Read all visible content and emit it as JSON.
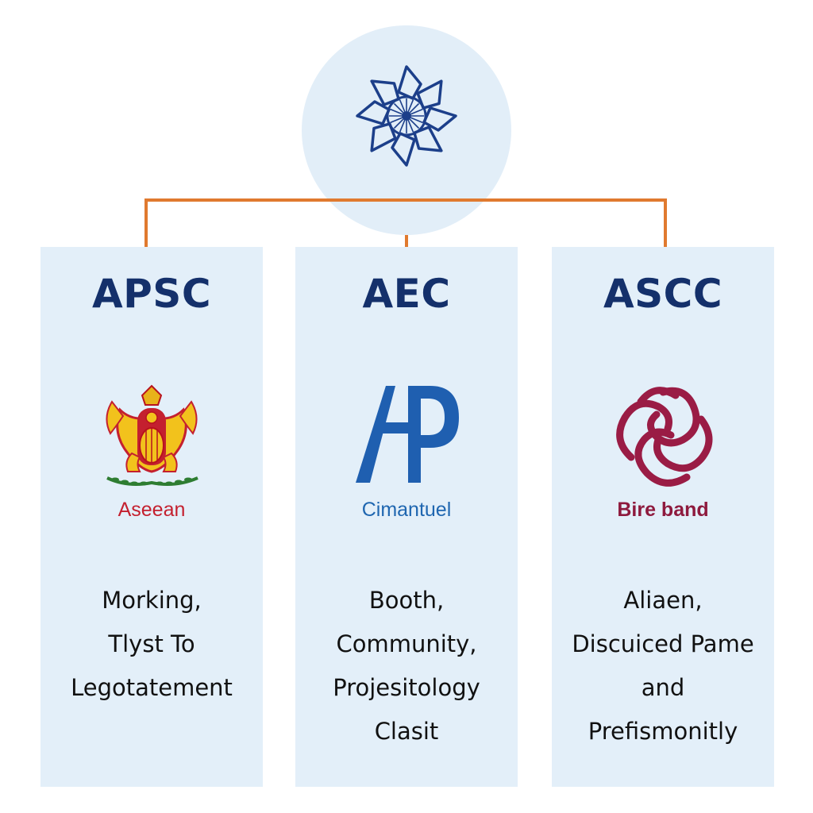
{
  "hub": {
    "logo_icon": "ring-wheel-logo-icon",
    "color": "#1c3f8a"
  },
  "connector_color": "#e07a2f",
  "columns": [
    {
      "title": "APSC",
      "logo_icon": "golden-emblem-icon",
      "brand": "Aseean",
      "description": [
        "Morking,",
        "Tlyst To",
        "Legotatement"
      ]
    },
    {
      "title": "AEC",
      "logo_icon": "ap-letter-logo-icon",
      "brand": "Cimantuel",
      "description": [
        "Booth,",
        "Community,",
        "Projesitology",
        "Clasit"
      ]
    },
    {
      "title": "ASCC",
      "logo_icon": "knot-logo-icon",
      "brand": "Bire band",
      "description": [
        "Aliaen,",
        "Discuiced Pame",
        "and",
        "Prefismonitly"
      ]
    }
  ],
  "colors": {
    "title": "#14306b",
    "panel": "#e3eff9",
    "hub_circle": "#e2eef8",
    "apsc_brand": "#c4202f",
    "aec_brand": "#1f66b0",
    "ascc_brand": "#8e1a3e"
  }
}
